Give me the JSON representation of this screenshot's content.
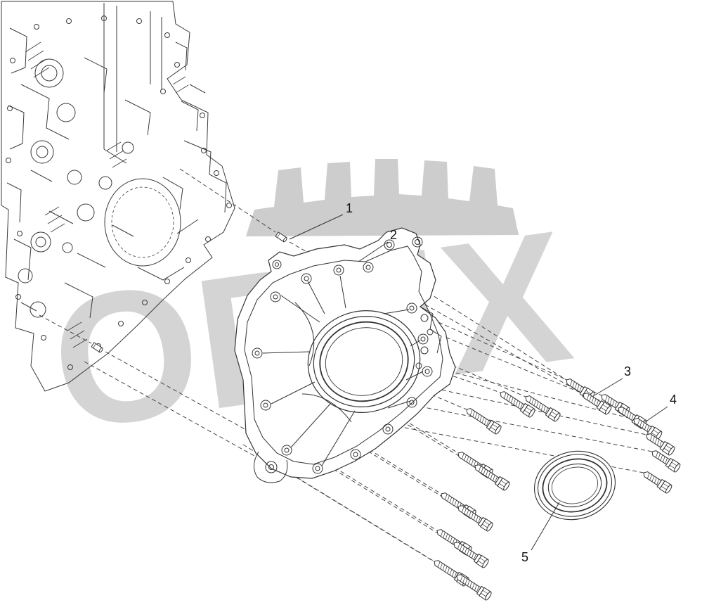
{
  "diagram": {
    "watermark_text": "OPEX",
    "callouts": [
      {
        "label": "1"
      },
      {
        "label": "2"
      },
      {
        "label": "3"
      },
      {
        "label": "4"
      },
      {
        "label": "5"
      }
    ],
    "colors": {
      "line": "#333333",
      "watermark": "#c9c9c9",
      "gear_watermark": "#bfbfbf",
      "background": "#ffffff"
    }
  }
}
